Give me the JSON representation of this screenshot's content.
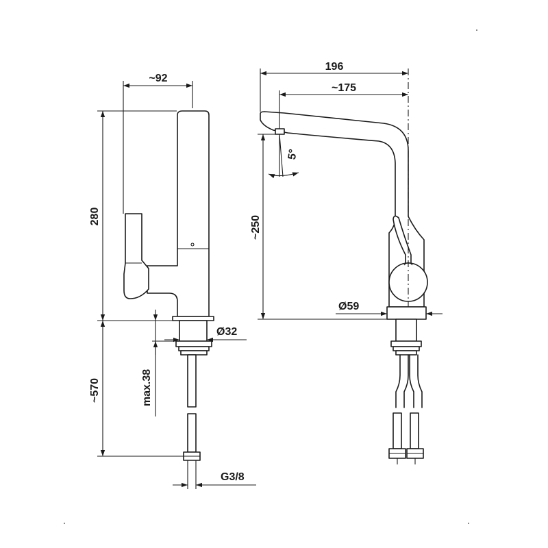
{
  "diagram": {
    "line_color": "#1a1a1a",
    "dimensions": {
      "side_depth": "~92",
      "side_height": "280",
      "mount_diameter": "Ø32",
      "worktop_thickness": "max.38",
      "hose_length": "~570",
      "hose_thread": "G3/8",
      "front_total_width": "196",
      "spout_reach": "~175",
      "spout_angle": "5°",
      "outlet_height": "~250",
      "base_diameter": "Ø59"
    }
  }
}
